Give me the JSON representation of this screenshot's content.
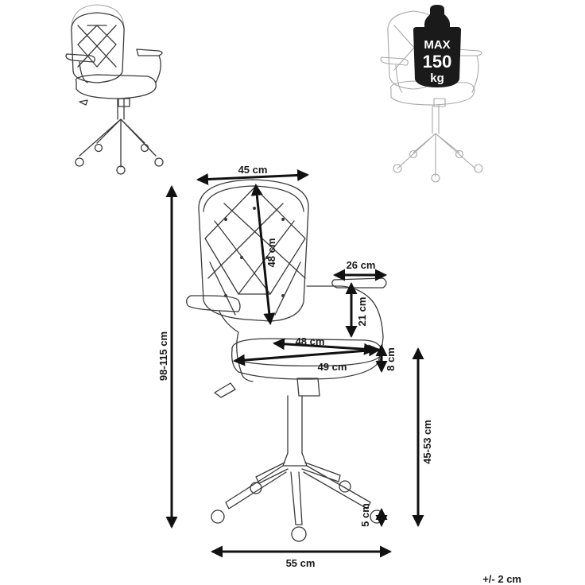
{
  "dimensions": {
    "back_width": "45 cm",
    "back_height": "48 cm",
    "armrest_length": "26 cm",
    "armrest_height": "21 cm",
    "seat_depth": "48 cm",
    "seat_width": "49 cm",
    "seat_thickness": "8 cm",
    "total_height": "98-115 cm",
    "seat_height": "45-53 cm",
    "wheel_height": "5 cm",
    "base_width": "55 cm"
  },
  "tolerance": "+/- 2 cm",
  "max_load": {
    "line1": "MAX",
    "line2": "150",
    "line3": "kg"
  },
  "colors": {
    "line": "#3a3a3a",
    "faint": "#a8a8a8",
    "arrow": "#111111",
    "badge": "#1a1a1a"
  }
}
